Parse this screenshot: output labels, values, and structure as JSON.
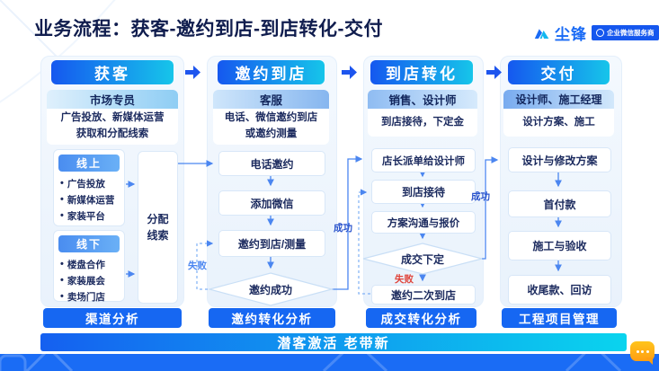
{
  "title": "业务流程：获客-邀约到店-到店转化-交付",
  "logo": {
    "brand": "尘锋",
    "badge": "企业微信服务商"
  },
  "columns": [
    {
      "header": "获客",
      "role": "市场专员",
      "desc_lines": [
        "广告投放、新媒体运营",
        "获取和分配线索"
      ],
      "groups": [
        {
          "label": "线上",
          "items": [
            "广告投放",
            "新媒体运营",
            "家装平台"
          ]
        },
        {
          "label": "线下",
          "items": [
            "楼盘合作",
            "家装展会",
            "卖场门店"
          ]
        }
      ],
      "side_box_lines": [
        "分配",
        "线索"
      ],
      "footer_button": "渠道分析"
    },
    {
      "header": "邀约到店",
      "role": "客服",
      "desc_lines": [
        "电话、微信邀约到店",
        "或邀约测量"
      ],
      "steps": [
        "电话邀约",
        "添加微信",
        "邀约到店/测量"
      ],
      "decision": "邀约成功",
      "labels": {
        "fail": "失败",
        "success": "成功"
      },
      "footer_button": "邀约转化分析"
    },
    {
      "header": "到店转化",
      "role": "销售、设计师",
      "desc_lines": [
        "到店接待，下定金"
      ],
      "steps": [
        "店长派单给设计师",
        "到店接待",
        "方案沟通与报价"
      ],
      "decision": "成交下定",
      "fail_step": "邀约二次到店",
      "labels": {
        "fail": "失败",
        "success": "成功"
      },
      "footer_button": "成交转化分析"
    },
    {
      "header": "交付",
      "role": "设计师、施工经理",
      "desc_lines": [
        "设计方案、施工"
      ],
      "steps": [
        "设计与修改方案",
        "首付款",
        "施工与验收",
        "收尾款、回访"
      ],
      "footer_button": "工程项目管理"
    }
  ],
  "bottom_bar": "潜客激活 老带新",
  "colors": {
    "header_gradient": [
      "#1558ef",
      "#16c5ea"
    ],
    "button_blue": "#1667f2",
    "bar_gradient": [
      "#1560f0",
      "#0ad4ee"
    ],
    "footer_blue": "#1a6cf5",
    "brand_blue": "#1a6bf5",
    "connector_blue": "#4b86f0",
    "fail_red": "#e0443a",
    "chat_orange": "#ffb012",
    "text_navy": "#1b2a5e"
  }
}
